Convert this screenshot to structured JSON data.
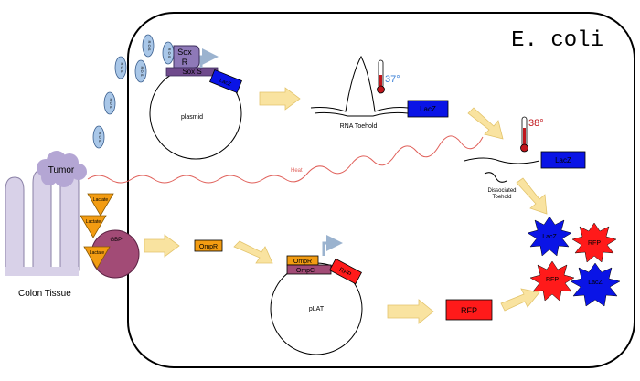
{
  "cell": {
    "title": "E. coli"
  },
  "colon": {
    "tumor_label": "Tumor",
    "tissue_label": "Colon Tissue"
  },
  "ros": {
    "label": "R O S"
  },
  "sensing": {
    "soxr_label_1": "Sox",
    "soxr_label_2": "R",
    "soxs_label": "Sox S",
    "lacz_gene_label": "LacZ",
    "plasmid_label": "plasmid"
  },
  "toehold": {
    "temp_label": "37°",
    "rna_label": "RNA Toehold",
    "lacz_label": "LacZ"
  },
  "heat": {
    "label": "Heat"
  },
  "dissociated": {
    "temp_label": "38°",
    "label_line1": "Dissociated",
    "label_line2": "Toehold",
    "lacz_label": "LacZ"
  },
  "lactate": {
    "label": "Lactate",
    "gbp_label": "GBP*"
  },
  "omp": {
    "free_ompr": "OmpR",
    "ompr_label": "OmpR",
    "ompc_label": "OmpC",
    "rfp_gene_label": "RFP",
    "plasmid_label": "pLAT",
    "rfp_product": "RFP"
  },
  "outputs": {
    "star_lacz_1": "LacZ",
    "star_rfp_1": "RFP",
    "star_rfp_2": "RFP",
    "star_lacz_2": "LacZ"
  },
  "colors": {
    "blue": "#0a14e6",
    "red": "#ff1a1a",
    "orange": "#f39c12",
    "purple": "#7a5fa3",
    "arrow": "#f9e3a0",
    "temp_blue": "#3a7fd6",
    "temp_red": "#c0161c"
  }
}
